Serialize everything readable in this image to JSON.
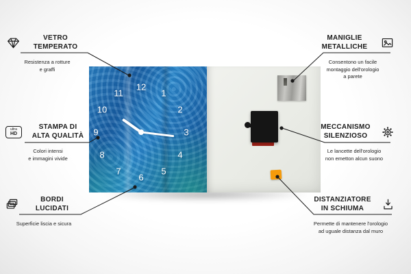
{
  "colors": {
    "accent_blue": "#1d6fb0",
    "teal_accent": "#35b98c",
    "foam_orange": "#f59b0b",
    "callout_line": "#1a1a1a",
    "metal_gray": "#b5b5b1",
    "mechanism_black": "#151515",
    "battery_red": "#c22f24",
    "back_panel": "#edeeea"
  },
  "product": {
    "name": "glass-wall-clock",
    "clock_numbers": [
      "12",
      "1",
      "2",
      "3",
      "4",
      "5",
      "6",
      "7",
      "8",
      "9",
      "10",
      "11"
    ]
  },
  "callouts": {
    "left": [
      {
        "title": "VETRO\nTEMPERATO",
        "desc": "Resistenza a rotture\ne graffi",
        "icon": "diamond-icon"
      },
      {
        "title": "STAMPA DI\nALTA QUALITÀ",
        "desc": "Colori intensi\ne immagini vivide",
        "icon": "ultra-hd-icon",
        "icon_text_top": "ultra",
        "icon_text_bottom": "HD"
      },
      {
        "title": "BORDI\nLUCIDATI",
        "desc": "Superficie liscia e sicura",
        "icon": "layers-icon"
      }
    ],
    "right": [
      {
        "title": "MANIGLIE\nMETALLICHE",
        "desc": "Consentono un facile\nmontaggio dell'orologio\na parete",
        "icon": "picture-frame-icon"
      },
      {
        "title": "MECCANISMO\nSILENZIOSO",
        "desc": "Le lancette dell'orologio\nnon emetton alcun suono",
        "icon": "gear-icon"
      },
      {
        "title": "DISTANZIATORE\nIN SCHIUMA",
        "desc": "Permette di mantenere l'orologio\nad uguale distanza dal muro",
        "icon": "arrow-down-icon"
      }
    ]
  }
}
